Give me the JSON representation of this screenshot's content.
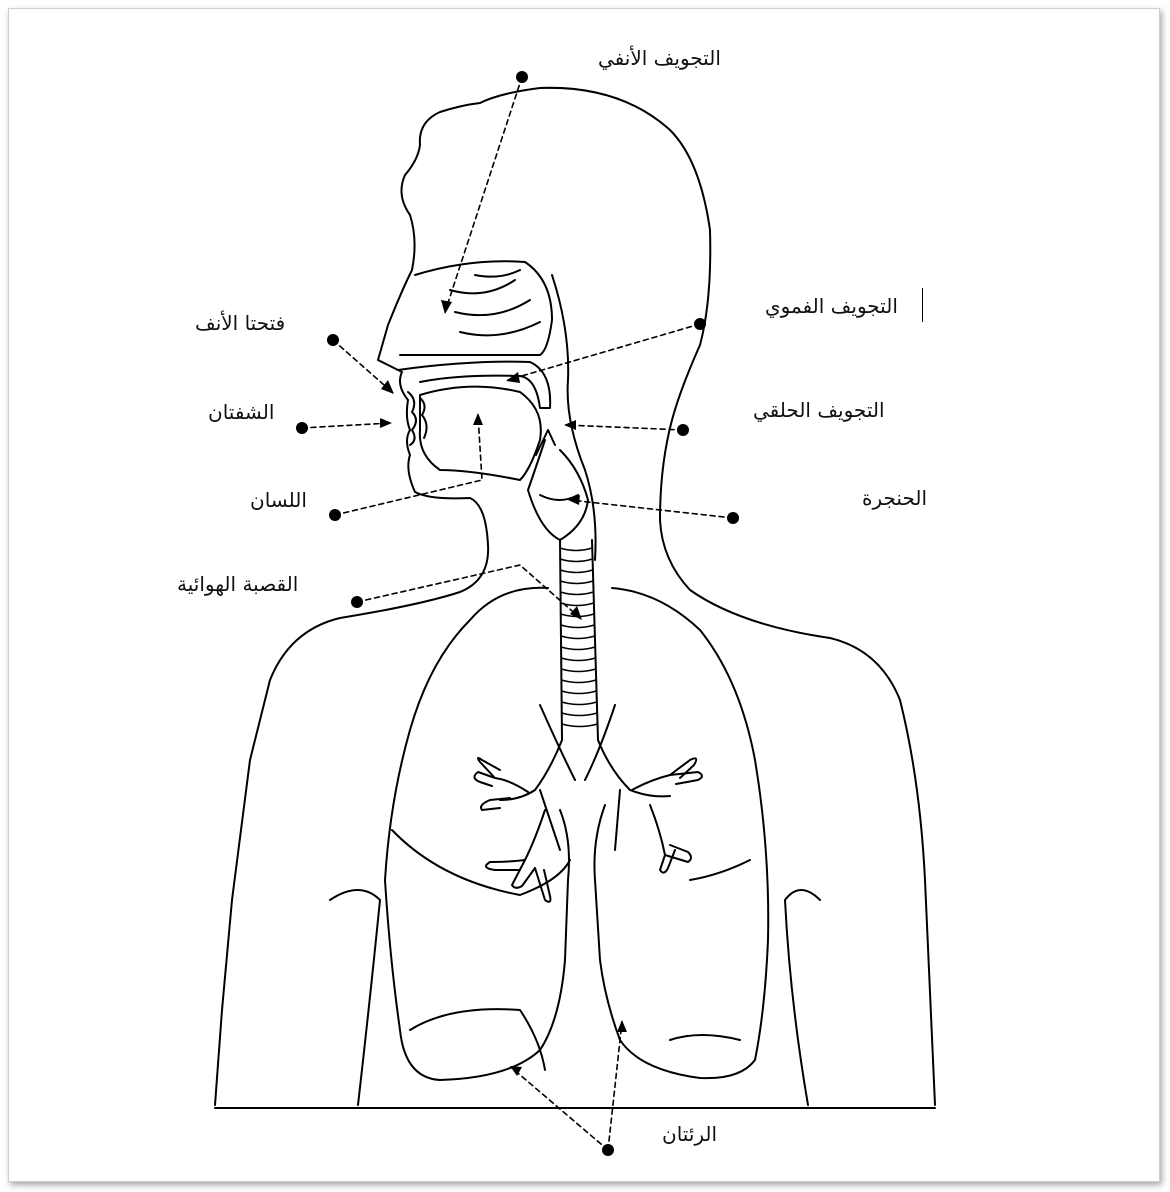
{
  "labels": {
    "nasal_cavity": "التجويف الأنفي",
    "nostrils": "فتحتا الأنف",
    "oral_cavity": "التجويف الفموي",
    "lips": "الشفتان",
    "pharynx": "التجويف الحلقي",
    "tongue": "اللسان",
    "larynx": "الحنجرة",
    "trachea": "القصبة الهوائية",
    "lungs": "الرئتان"
  },
  "colors": {
    "line": "#000000",
    "background": "#ffffff"
  }
}
